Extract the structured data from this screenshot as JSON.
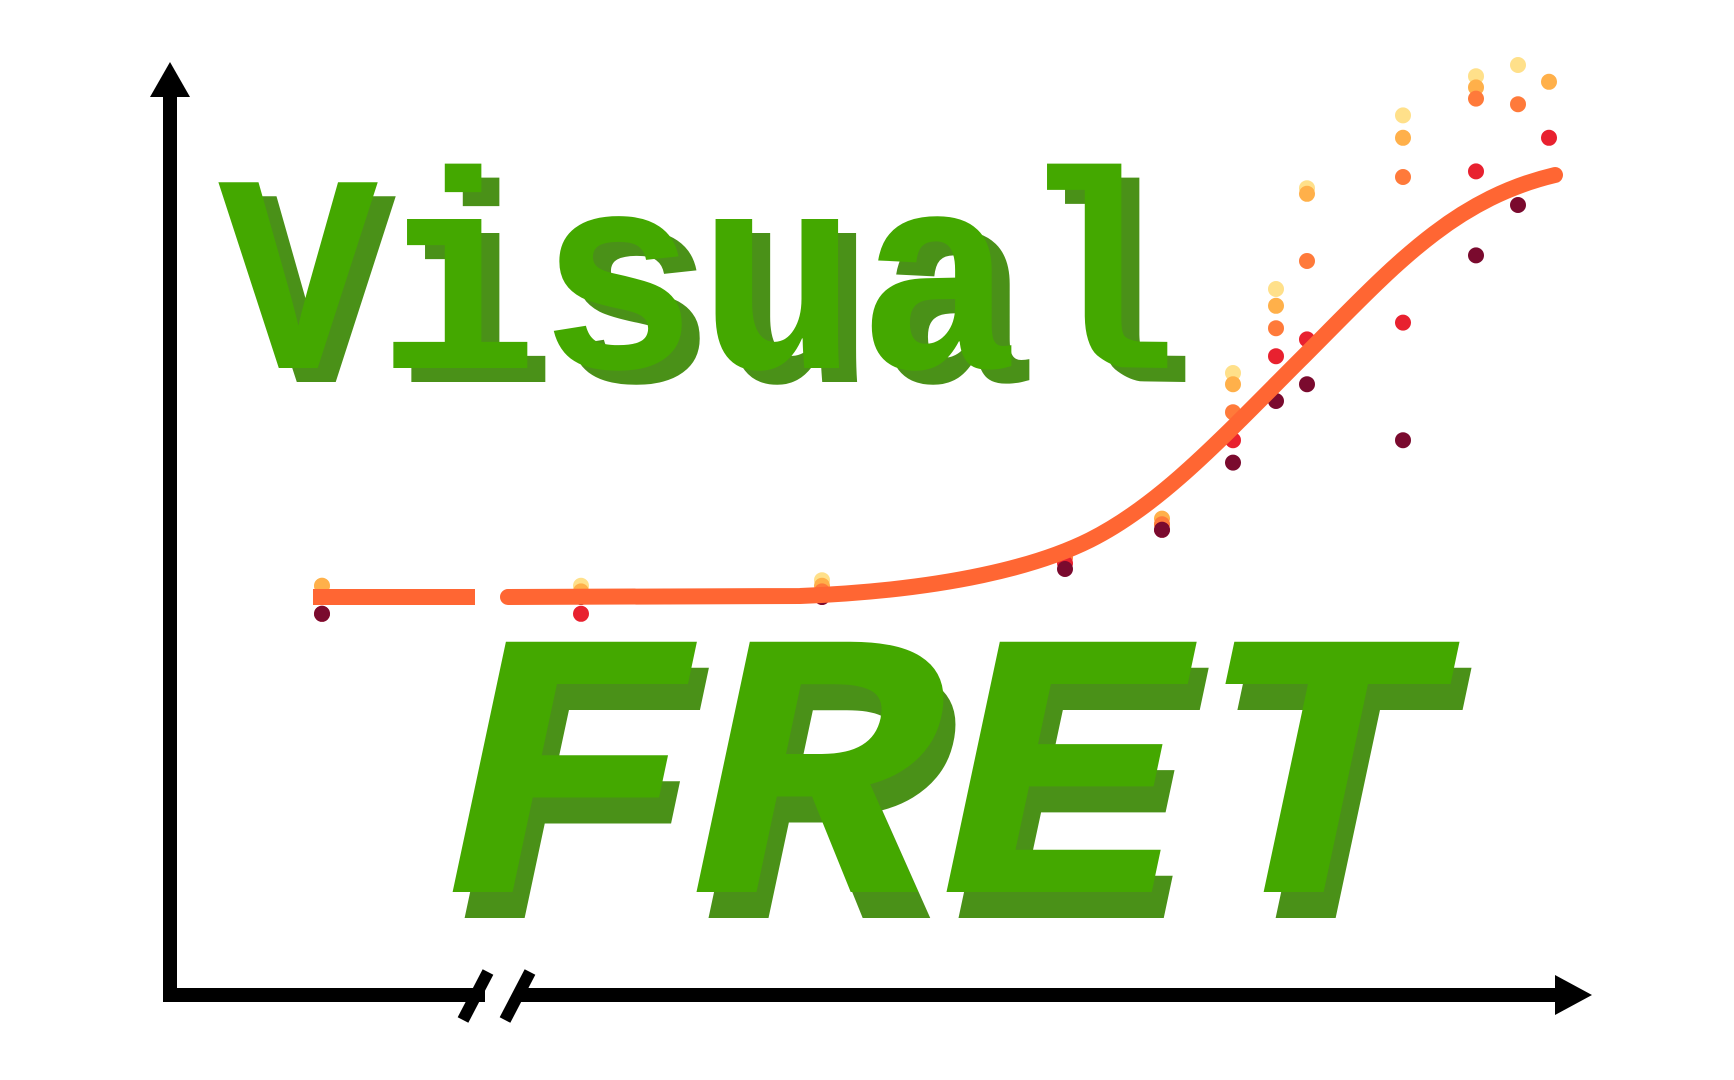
{
  "logo": {
    "line1": "Visual",
    "line2": "FRET"
  },
  "colors": {
    "text": "#44a800",
    "text_shadow": "#4a9118",
    "fit_curve": "#ff6633",
    "axes": "#000000",
    "points": [
      "#ffe08a",
      "#ffb04a",
      "#ff7a3a",
      "#e8212f",
      "#7a0a2e"
    ]
  },
  "chart_data": {
    "type": "scatter",
    "title": "",
    "xlabel": "",
    "ylabel": "",
    "x_axis_break": true,
    "fit_curve": "sigmoid",
    "series": [
      {
        "color": "#ffe08a",
        "x": [
          0,
          2,
          3,
          4,
          5,
          6,
          7,
          8,
          9,
          10,
          11
        ],
        "y": [
          0.02,
          0.02,
          0.03,
          0.08,
          0.13,
          0.4,
          0.55,
          0.73,
          0.86,
          0.93,
          0.95
        ]
      },
      {
        "color": "#ffb04a",
        "x": [
          0,
          2,
          3,
          4,
          5,
          6,
          7,
          8,
          9,
          10,
          11
        ],
        "y": [
          0.02,
          0.01,
          0.02,
          0.08,
          0.14,
          0.38,
          0.52,
          0.72,
          0.82,
          0.91,
          0.92
        ]
      },
      {
        "color": "#ff7a3a",
        "x": [
          0,
          2,
          3,
          4,
          5,
          6,
          7,
          8,
          9,
          10,
          11
        ],
        "y": [
          0.0,
          0.0,
          0.01,
          0.07,
          0.13,
          0.33,
          0.48,
          0.6,
          0.75,
          0.89,
          0.88
        ]
      },
      {
        "color": "#e8212f",
        "x": [
          0,
          2,
          3,
          4,
          5,
          6,
          7,
          8,
          9,
          10,
          11
        ],
        "y": [
          -0.03,
          -0.03,
          0.0,
          0.06,
          0.12,
          0.28,
          0.43,
          0.46,
          0.49,
          0.76,
          0.82
        ]
      },
      {
        "color": "#7a0a2e",
        "x": [
          0,
          2,
          3,
          4,
          5,
          6,
          7,
          8,
          9,
          10,
          11
        ],
        "y": [
          -0.03,
          0.0,
          0.0,
          0.05,
          0.12,
          0.24,
          0.35,
          0.38,
          0.28,
          0.61,
          0.7
        ]
      }
    ]
  }
}
